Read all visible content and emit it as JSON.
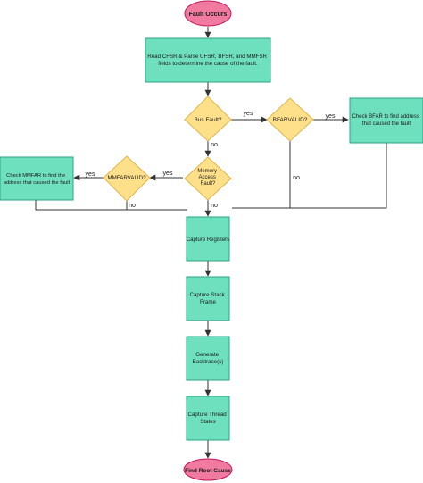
{
  "colors": {
    "terminal_fill": "#f07aa0",
    "terminal_stroke": "#c2185b",
    "process_fill": "#6fe0bd",
    "process_stroke": "#2aa386",
    "decision_fill": "#ffe08a",
    "decision_stroke": "#e0b44a",
    "edge": "#333333"
  },
  "nodes": {
    "start": {
      "text": "Fault Occurs"
    },
    "read_cfsr": {
      "lines": [
        "Read CFSR & Parse UFSR, BFSR, and MMFSR",
        "fields to determine the cause of the fault."
      ]
    },
    "bus_fault": {
      "lines": [
        "Bus Fault?"
      ]
    },
    "bfarvalid": {
      "lines": [
        "BFARVALID?"
      ]
    },
    "check_bfar": {
      "lines": [
        "Check BFAR to find address",
        "that caused the fault"
      ]
    },
    "mem_access": {
      "lines": [
        "Memory",
        "Access",
        "Fault?"
      ]
    },
    "mmfarvalid": {
      "lines": [
        "MMFARVALID?"
      ]
    },
    "check_mmfar": {
      "lines": [
        "Check MMFAR to find the",
        "address that caused the fault"
      ]
    },
    "capture_registers": {
      "lines": [
        "Capture Registers"
      ]
    },
    "capture_stack": {
      "lines": [
        "Capture Stack",
        "Frame"
      ]
    },
    "generate_backtrace": {
      "lines": [
        "Generate",
        "Backtrace(s)"
      ]
    },
    "capture_thread": {
      "lines": [
        "Capture Thread",
        "States"
      ]
    },
    "end": {
      "text": "Find Root Cause"
    }
  },
  "edge_labels": {
    "bus_yes": "yes",
    "bfar_yes": "yes",
    "bfar_no": "no",
    "bus_no": "no",
    "mem_yes": "yes",
    "mmfar_yes": "yes",
    "mmfar_no": "no",
    "mem_no": "no"
  }
}
